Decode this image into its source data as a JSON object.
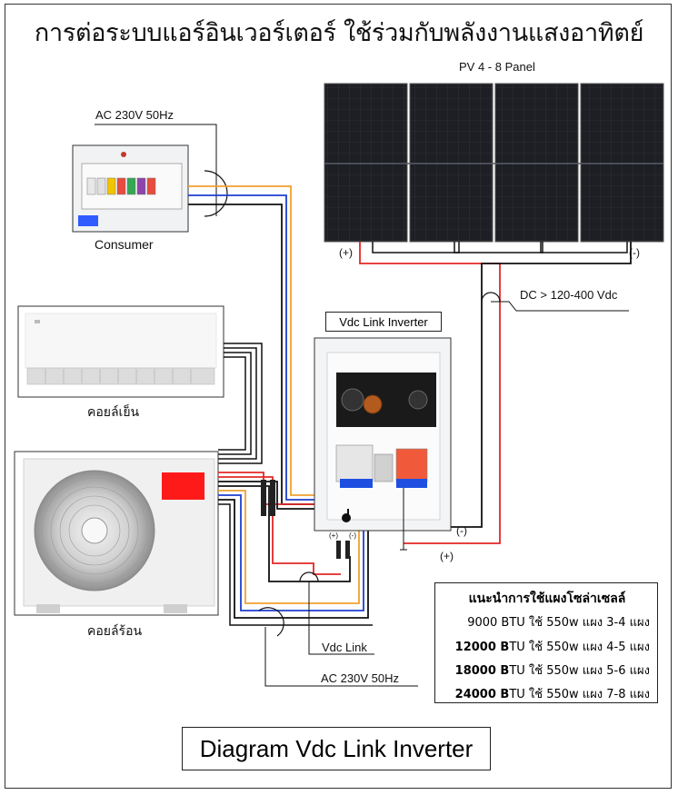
{
  "title": "การต่อระบบแอร์อินเวอร์เตอร์ ใช้ร่วมกับพลังงานแสงอาทิตย์",
  "pv_label": "PV 4 - 8  Panel",
  "ac_top_label": "AC 230V  50Hz",
  "consumer_label": "Consumer",
  "dc_label": "DC > 120-400 Vdc",
  "inverter_box_label": "Vdc Link Inverter",
  "indoor_unit_label": "คอยล์เย็น",
  "outdoor_unit_label": "คอยล์ร้อน",
  "pv_plus": "(+)",
  "pv_minus": "(-)",
  "inv_minus": "(-)",
  "inv_plus": "(+)",
  "connector_plus": "(+)",
  "connector_minus": "(-)",
  "vdc_link_label": "Vdc Link",
  "ac_bottom_label": "AC 230V  50Hz",
  "recommendation": {
    "title": "แนะนำการใช้แผงโซล่าเซลล์",
    "rows": [
      {
        "btu": "9000 BTU",
        "text": " ใช้ 550w แผง 3-4 แผง"
      },
      {
        "btu": "12000 B",
        "btu_rest": "TU",
        "text": " ใช้ 550w แผง 4-5 แผง"
      },
      {
        "btu": "18000 B",
        "btu_rest": "TU",
        "text": " ใช้ 550w แผง 5-6 แผง"
      },
      {
        "btu": "24000 B",
        "btu_rest": "TU",
        "text": " ใช้ 550w แผง 7-8 แผง"
      }
    ]
  },
  "diagram_label": "Diagram Vdc Link Inverter",
  "colors": {
    "wire_red": "#e32727",
    "wire_blue": "#1f3fcf",
    "wire_orange": "#f0a030",
    "wire_black": "#111111",
    "panel": "#1a1c20",
    "breaker_blue": "#1e4fe0",
    "breaker_red": "#e33a2a"
  }
}
